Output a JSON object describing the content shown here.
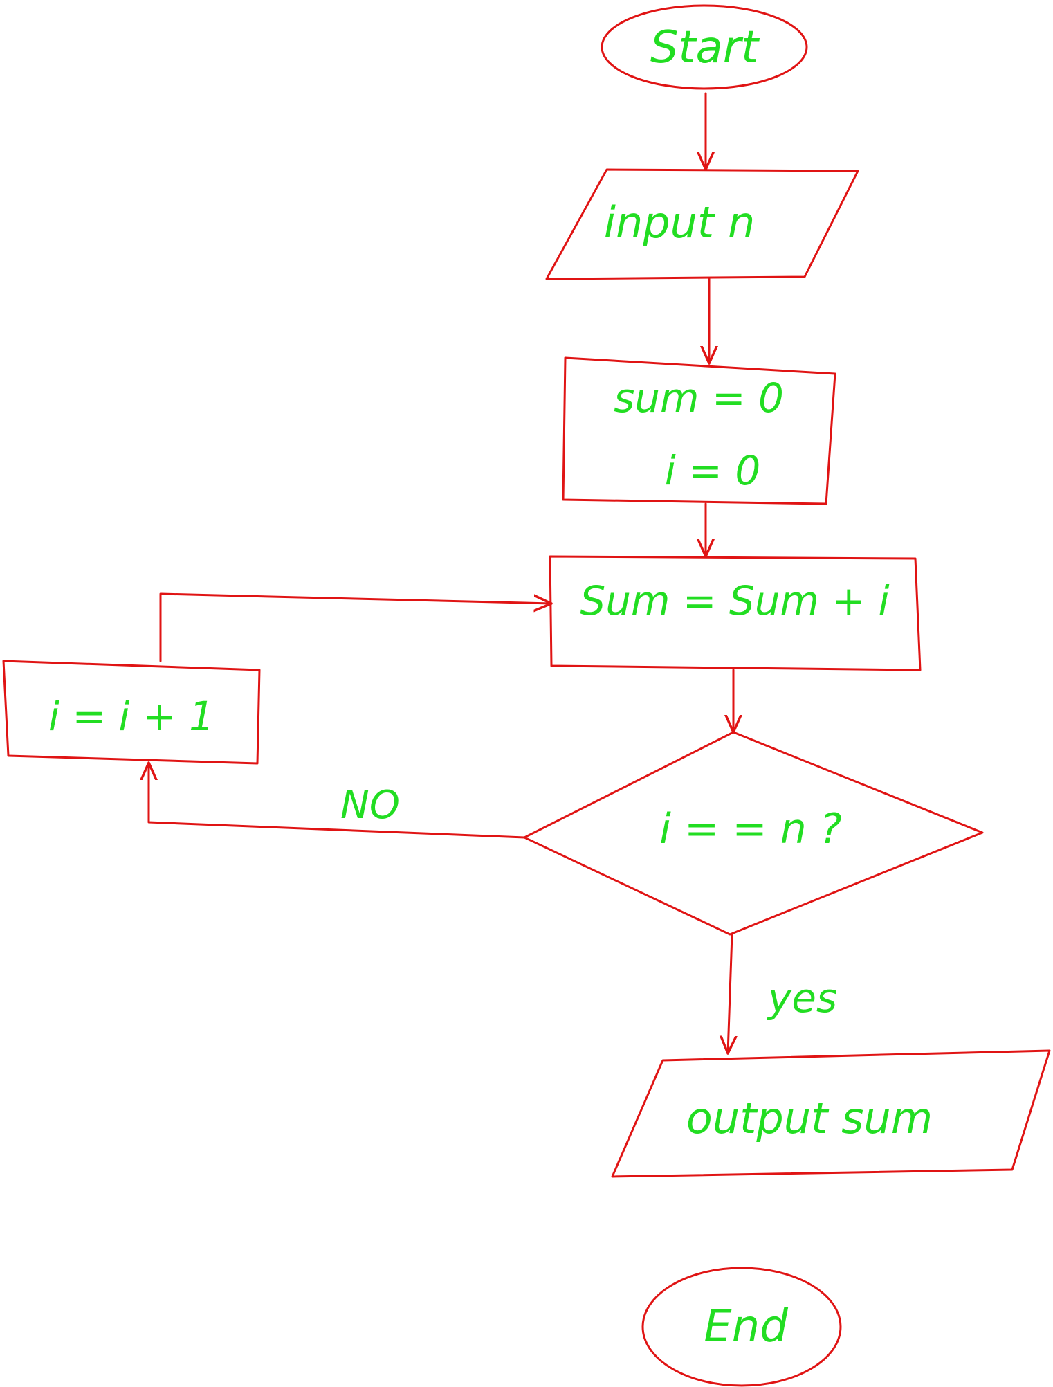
{
  "diagram": {
    "type": "flowchart",
    "stroke_color": "#e01414",
    "text_color": "#22dd22",
    "background": "#ffffff",
    "nodes": {
      "start": "Start",
      "input": "input n",
      "init_sum": "sum = 0",
      "init_i": "i = 0",
      "accumulate": "Sum = Sum + i",
      "increment": "i = i + 1",
      "decision": "i = = n ?",
      "output": "output sum",
      "end": "End"
    },
    "edges": {
      "no": "NO",
      "yes": "yes"
    }
  }
}
